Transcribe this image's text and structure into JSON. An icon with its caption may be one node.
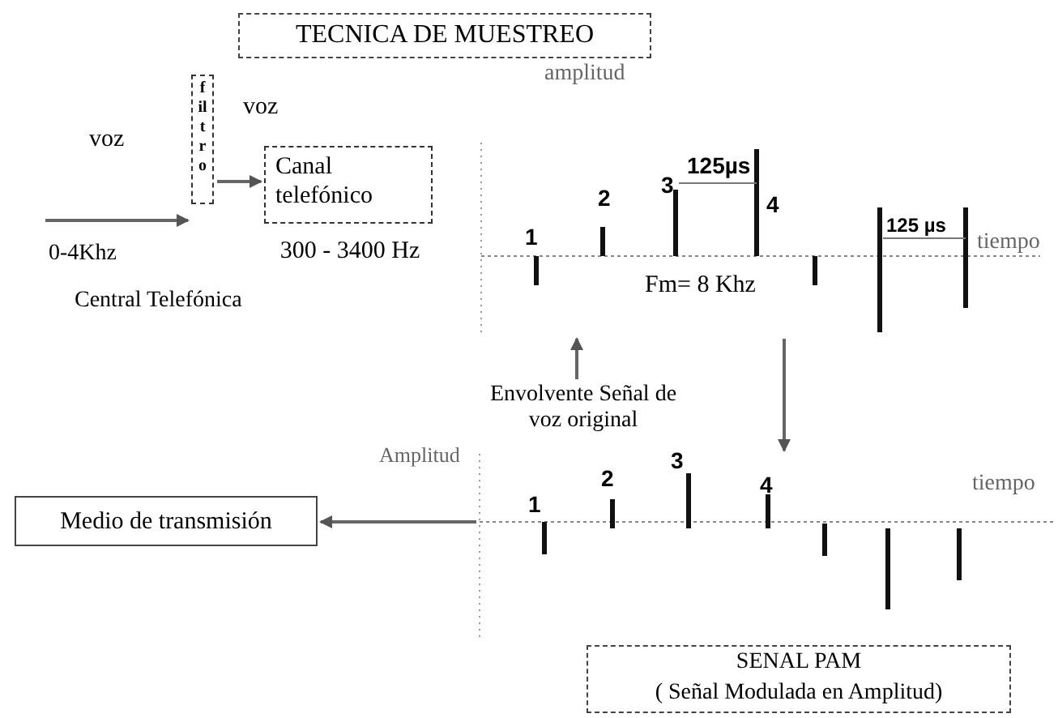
{
  "diagram": {
    "title": "TECNICA DE MUESTREO",
    "nodes": [
      {
        "text": [
          "filtro"
        ]
      },
      {
        "text": [
          "Canal telefónico"
        ],
        "beside": [
          "300 - 3400 Hz"
        ]
      },
      {
        "text": [
          "Medio de transmisión"
        ]
      },
      {
        "text": [
          "SENAL PAM",
          "( Señal Modulada en Amplitud)"
        ]
      },
      {
        "text": [],
        "shape": "picture"
      },
      {
        "text": [],
        "shape": "picture"
      },
      {
        "text": [
          "Envolvente Señal de voz original"
        ]
      }
    ],
    "edges": [
      {
        "from": null,
        "to": 0,
        "arrow": "to"
      },
      {
        "from": 0,
        "to": 1,
        "arrow": "to"
      },
      {
        "from": 6,
        "to": 4,
        "arrow": "to"
      },
      {
        "from": 4,
        "to": 5,
        "arrow": "to"
      },
      {
        "from": 5,
        "to": 2,
        "arrow": "to"
      }
    ],
    "labels": [
      "voz",
      "amplitud",
      "voz",
      "125µs",
      "3",
      "2",
      "4",
      "1",
      "125 µs",
      "tiempo",
      "0-4Khz",
      "Fm= 8 Khz",
      "Central Telefónica",
      "Amplitud",
      "3",
      "4",
      "2",
      "tiempo",
      "1"
    ]
  }
}
